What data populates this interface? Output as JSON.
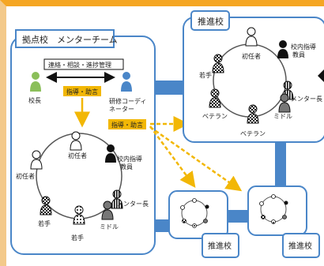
{
  "hub": {
    "title": "拠点校　メンターチーム",
    "coordination_note": "連絡・相談・進捗管理",
    "principal": "校長",
    "coordinator": [
      "研修コーディ",
      "ネーター"
    ],
    "guidance_center": "指導・助言",
    "guidance_side": "指導・助言",
    "circle": {
      "top": "初任者",
      "left": "初任者",
      "right_top": [
        "校内指導",
        "教員"
      ],
      "right_bottom": "メンター長",
      "bottom_left": "若手",
      "bottom_center": "若手",
      "bottom_right": "ミドル"
    }
  },
  "promo_school_large": {
    "title": "推進校",
    "circle": {
      "top": "初任者",
      "right_top": [
        "校内指導",
        "教員"
      ],
      "right": "メンター長",
      "left": "若手",
      "bottom_left": "ベテラン",
      "bottom_center": "ベテラン",
      "bottom_right": "ミドル"
    }
  },
  "promo_school_small_1": {
    "title": "推進校"
  },
  "promo_school_small_2": {
    "title": "推進校"
  },
  "colors": {
    "orange": "#f5a623",
    "gold": "#f2b705",
    "blue": "#4a86c8",
    "green": "#8bbf5a",
    "person_blue": "#4a86c8"
  }
}
